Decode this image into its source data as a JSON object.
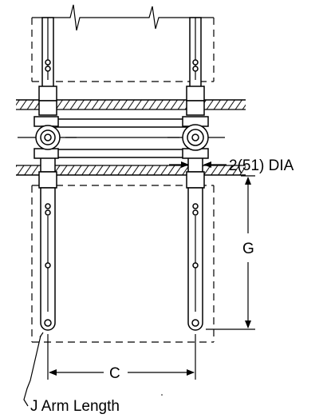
{
  "labels": {
    "dia": "2(51) DIA",
    "g": "G",
    "c": "C",
    "j_arm": "J Arm Length"
  }
}
